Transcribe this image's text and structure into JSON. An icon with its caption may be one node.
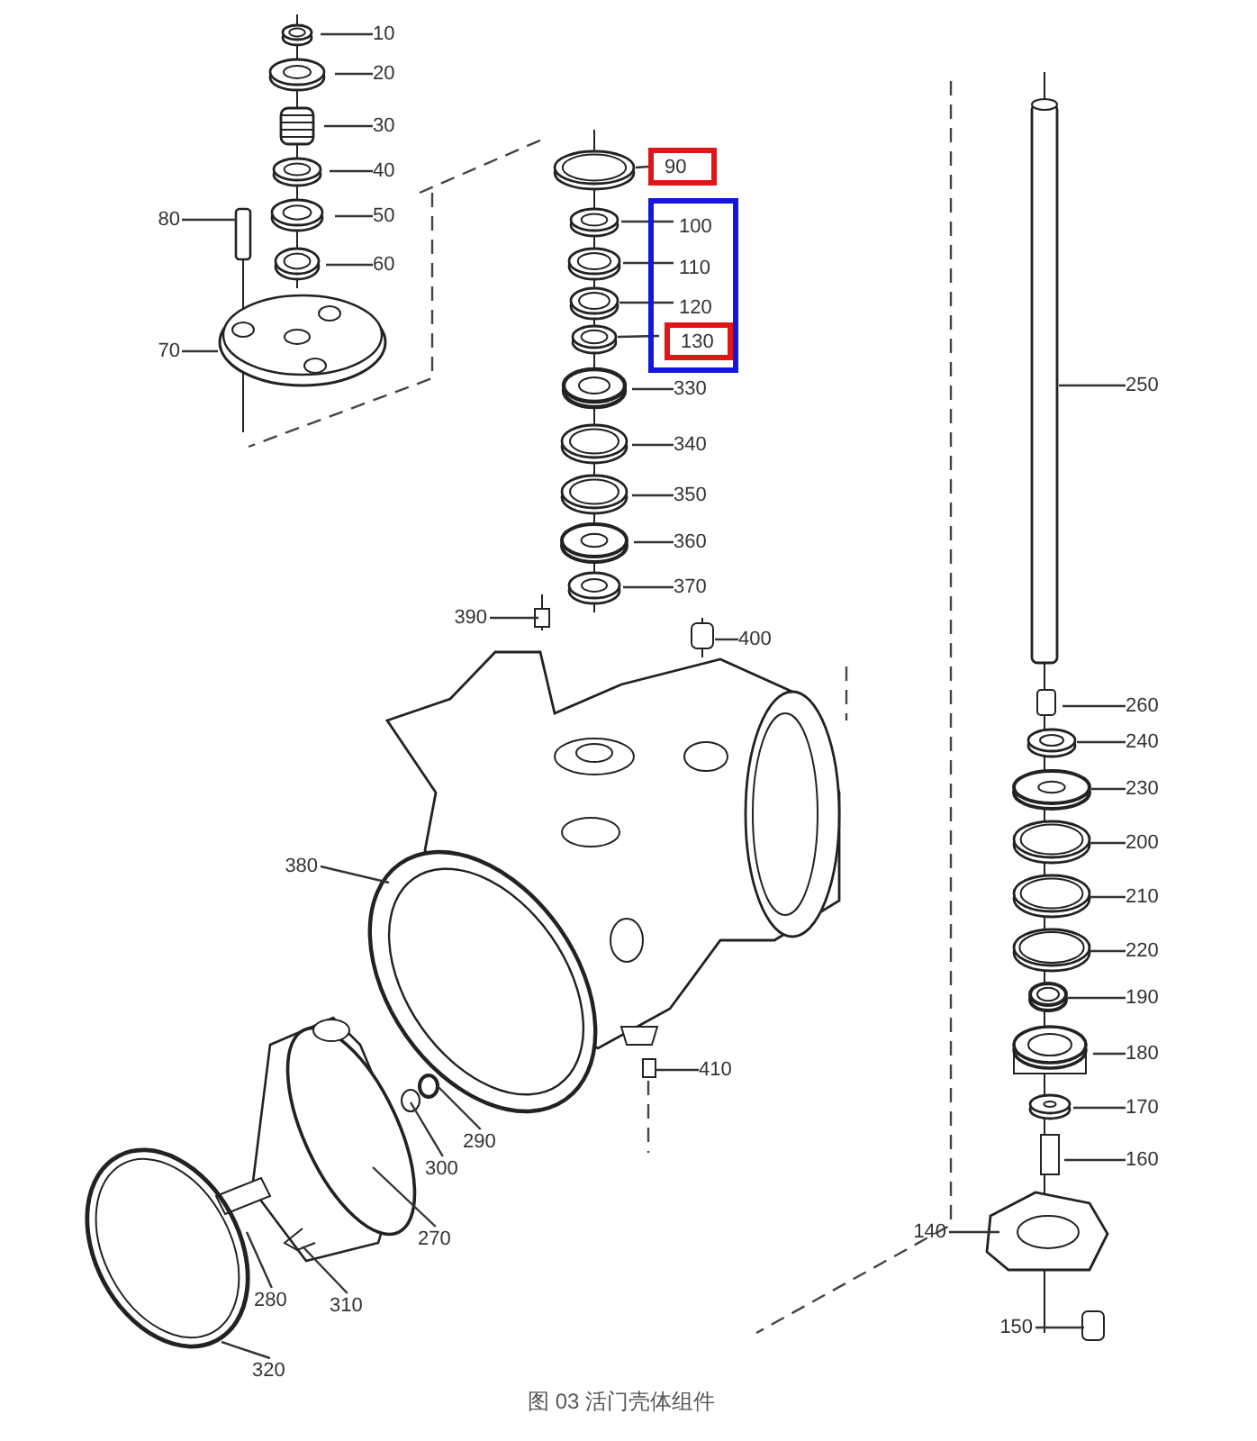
{
  "diagram": {
    "caption": "图 03 活门壳体组件",
    "nodes": [
      {
        "text": [
          "10"
        ]
      },
      {
        "text": [
          "20"
        ]
      },
      {
        "text": [
          "30"
        ]
      },
      {
        "text": [
          "40"
        ]
      },
      {
        "text": [
          "50"
        ]
      },
      {
        "text": [
          "60"
        ]
      },
      {
        "text": [
          "80"
        ]
      },
      {
        "text": [
          "70"
        ]
      },
      {
        "text": [
          "90"
        ]
      },
      {
        "text": [],
        "shape": "box"
      },
      {
        "text": [
          "100"
        ],
        "in": 9
      },
      {
        "text": [
          "110"
        ],
        "in": 9
      },
      {
        "text": [
          "120"
        ],
        "in": 9
      },
      {
        "text": [
          "130"
        ],
        "in": 9
      },
      {
        "text": [
          "330"
        ]
      },
      {
        "text": [
          "340"
        ]
      },
      {
        "text": [
          "350"
        ]
      },
      {
        "text": [
          "360"
        ]
      },
      {
        "text": [
          "370"
        ]
      },
      {
        "text": [
          "390"
        ]
      },
      {
        "text": [
          "400"
        ]
      },
      {
        "text": [
          "250"
        ]
      },
      {
        "text": [
          "260"
        ]
      },
      {
        "text": [
          "240"
        ]
      },
      {
        "text": [
          "230"
        ]
      },
      {
        "text": [
          "200"
        ]
      },
      {
        "text": [
          "210"
        ]
      },
      {
        "text": [
          "220"
        ]
      },
      {
        "text": [
          "190"
        ]
      },
      {
        "text": [
          "180"
        ]
      },
      {
        "text": [
          "170"
        ]
      },
      {
        "text": [
          "160"
        ]
      },
      {
        "text": [
          "140"
        ]
      },
      {
        "text": [
          "150"
        ]
      },
      {
        "text": [
          "380"
        ]
      },
      {
        "text": [
          "410"
        ]
      },
      {
        "text": [
          "290"
        ]
      },
      {
        "text": [
          "300"
        ]
      },
      {
        "text": [
          "270"
        ]
      },
      {
        "text": [
          "280"
        ]
      },
      {
        "text": [
          "310"
        ]
      },
      {
        "text": [
          "320"
        ]
      }
    ],
    "edges": [
      {
        "from": 0,
        "to": null,
        "arrow": "none"
      },
      {
        "from": 1,
        "to": null,
        "arrow": "none"
      },
      {
        "from": 2,
        "to": null,
        "arrow": "none"
      },
      {
        "from": 3,
        "to": null,
        "arrow": "none"
      },
      {
        "from": 4,
        "to": null,
        "arrow": "none"
      },
      {
        "from": 5,
        "to": null,
        "arrow": "none"
      },
      {
        "from": 6,
        "to": null,
        "arrow": "none"
      },
      {
        "from": 7,
        "to": null,
        "arrow": "none"
      },
      {
        "from": 8,
        "to": null,
        "arrow": "none"
      },
      {
        "from": 10,
        "to": null,
        "arrow": "none"
      },
      {
        "from": 11,
        "to": null,
        "arrow": "none"
      },
      {
        "from": 12,
        "to": null,
        "arrow": "none"
      },
      {
        "from": 13,
        "to": null,
        "arrow": "none"
      },
      {
        "from": 14,
        "to": null,
        "arrow": "none"
      },
      {
        "from": 15,
        "to": null,
        "arrow": "none"
      },
      {
        "from": 16,
        "to": null,
        "arrow": "none"
      },
      {
        "from": 17,
        "to": null,
        "arrow": "none"
      },
      {
        "from": 18,
        "to": null,
        "arrow": "none"
      },
      {
        "from": 19,
        "to": null,
        "arrow": "none"
      },
      {
        "from": 20,
        "to": null,
        "arrow": "none"
      },
      {
        "from": 21,
        "to": null,
        "arrow": "none"
      },
      {
        "from": 22,
        "to": null,
        "arrow": "none"
      },
      {
        "from": 23,
        "to": null,
        "arrow": "none"
      },
      {
        "from": 24,
        "to": null,
        "arrow": "none"
      },
      {
        "from": 25,
        "to": null,
        "arrow": "none"
      },
      {
        "from": 26,
        "to": null,
        "arrow": "none"
      },
      {
        "from": 27,
        "to": null,
        "arrow": "none"
      },
      {
        "from": 28,
        "to": null,
        "arrow": "none"
      },
      {
        "from": 29,
        "to": null,
        "arrow": "none"
      },
      {
        "from": 30,
        "to": null,
        "arrow": "none"
      },
      {
        "from": 31,
        "to": null,
        "arrow": "none"
      },
      {
        "from": 32,
        "to": null,
        "arrow": "none"
      },
      {
        "from": 33,
        "to": null,
        "arrow": "none"
      },
      {
        "from": 34,
        "to": null,
        "arrow": "none"
      },
      {
        "from": 35,
        "to": null,
        "arrow": "none"
      },
      {
        "from": 36,
        "to": null,
        "arrow": "none"
      },
      {
        "from": 37,
        "to": null,
        "arrow": "none"
      },
      {
        "from": 38,
        "to": null,
        "arrow": "none"
      },
      {
        "from": 39,
        "to": null,
        "arrow": "none"
      },
      {
        "from": 40,
        "to": null,
        "arrow": "none"
      },
      {
        "from": 41,
        "to": null,
        "arrow": "none"
      }
    ]
  }
}
